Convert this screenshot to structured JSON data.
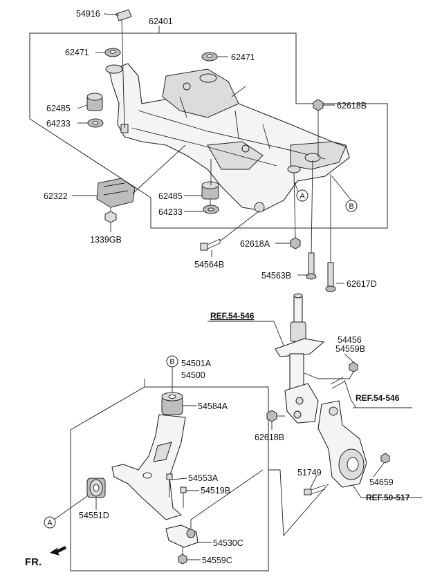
{
  "parts": {
    "p54916": "54916",
    "p62401": "62401",
    "p62471_left": "62471",
    "p62471_right": "62471",
    "p62485_upper": "62485",
    "p64233_upper": "64233",
    "p62618B_top": "62618B",
    "p62322": "62322",
    "p62485_lower": "62485",
    "p64233_lower": "64233",
    "p1339GB": "1339GB",
    "p62618A": "62618A",
    "p54564B": "54564B",
    "p54563B": "54563B",
    "p62617D": "62617D",
    "ref_54546_left": "REF.54-546",
    "p54456": "54456",
    "p54559B": "54559B",
    "p54501A": "54501A",
    "p54500": "54500",
    "ref_54546_right": "REF.54-546",
    "p54584A": "54584A",
    "p62618B_bottom": "62618B",
    "p51749": "51749",
    "p54553A": "54553A",
    "p54519B": "54519B",
    "p54659": "54659",
    "ref_50517": "REF.50-517",
    "p54551D": "54551D",
    "p54530C": "54530C",
    "p54559C": "54559C"
  },
  "callouts": {
    "a_upper": "A",
    "b_upper": "B",
    "b_lower": "B",
    "a_lower": "A"
  },
  "direction": {
    "fr_label": "FR."
  }
}
